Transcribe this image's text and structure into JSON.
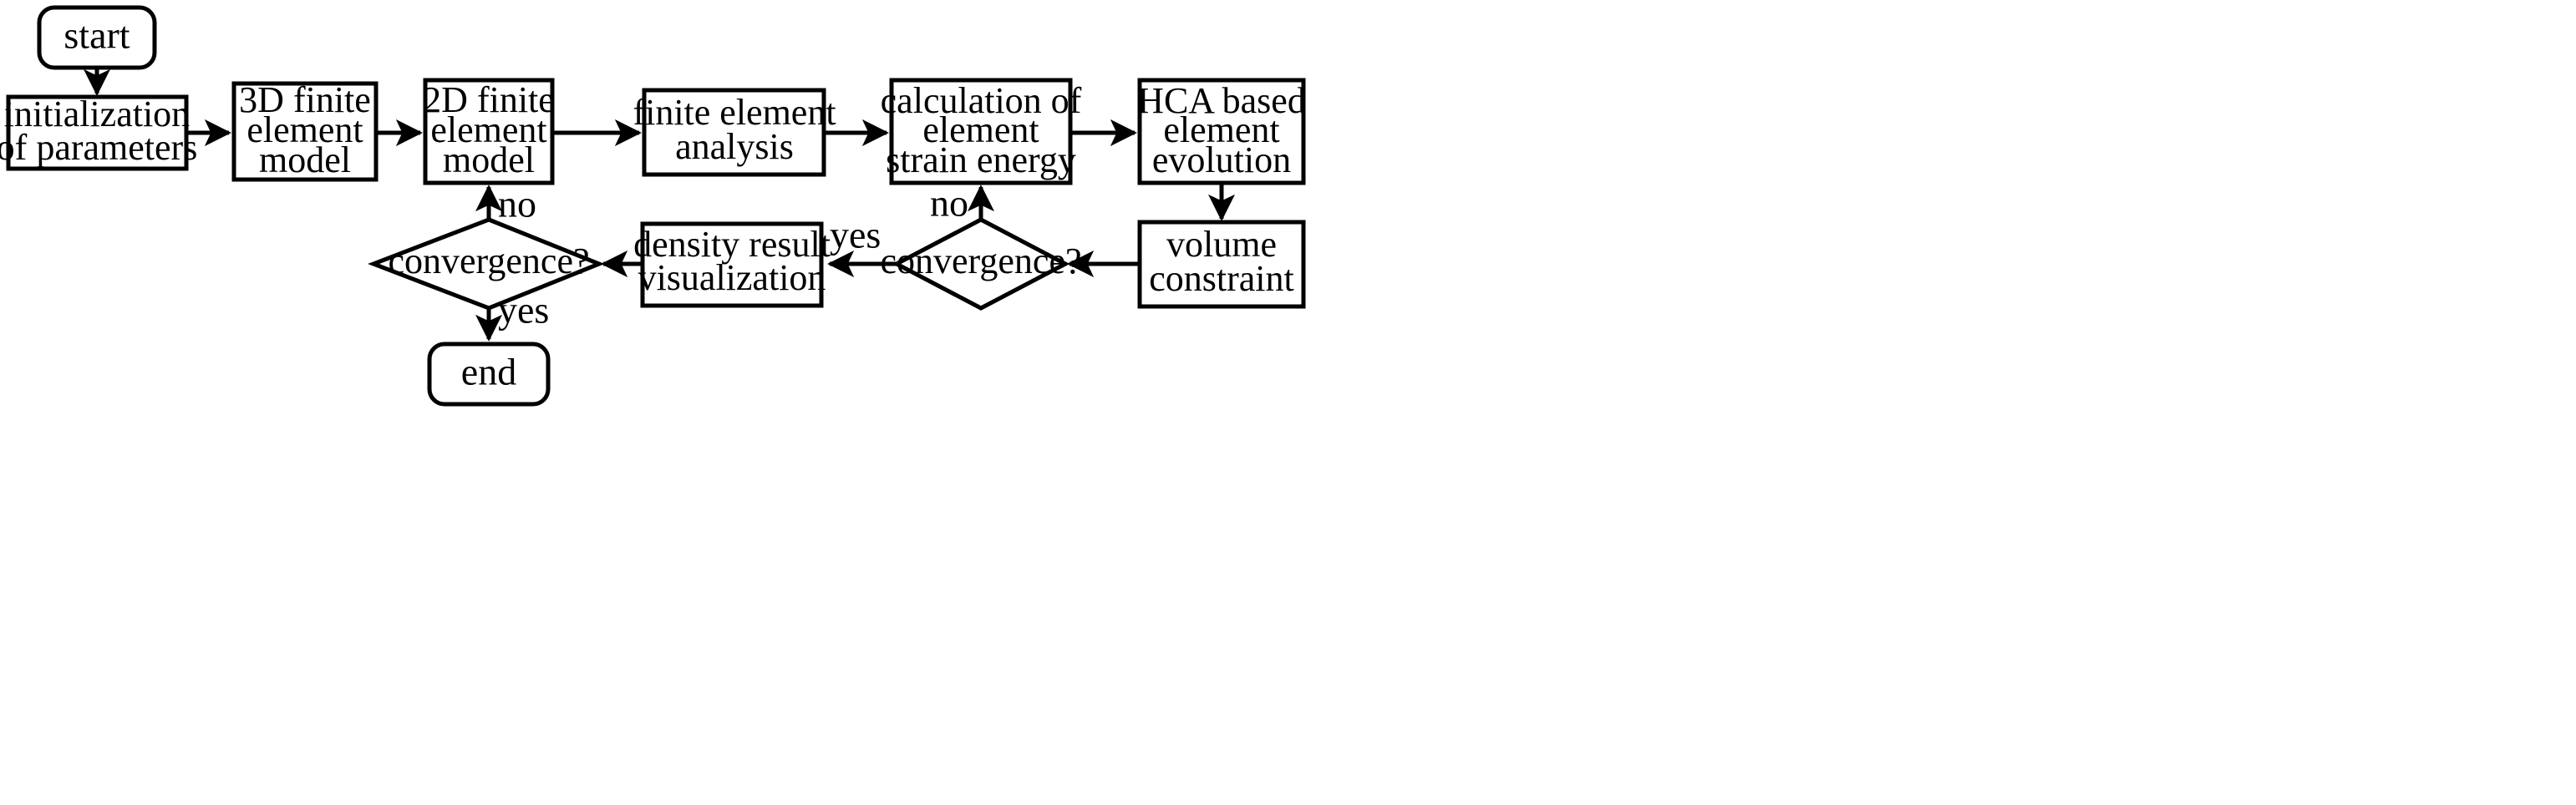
{
  "diagram": {
    "title": "HCA based topology optimization flowchart",
    "background_color": "#ffffff",
    "line_color": "#000000",
    "nodes": {
      "start": {
        "label": "start",
        "shape": "rounded-rectangle"
      },
      "initialization": {
        "line1": "initialization",
        "line2": "of parameters",
        "shape": "rectangle"
      },
      "fem3d": {
        "line1": "3D finite",
        "line2": "element",
        "line3": "model",
        "shape": "rectangle"
      },
      "fem2d": {
        "line1": "2D finite",
        "line2": "element",
        "line3": "model",
        "shape": "rectangle"
      },
      "fea": {
        "line1": "finite element",
        "line2": "analysis",
        "shape": "rectangle"
      },
      "strain_energy": {
        "line1": "calculation  of",
        "line2": "element",
        "line3": "strain energy",
        "shape": "rectangle"
      },
      "hca": {
        "line1": "HCA based",
        "line2": "element",
        "line3": "evolution",
        "shape": "rectangle"
      },
      "volume_constraint": {
        "line1": "volume",
        "line2": "constraint",
        "shape": "rectangle"
      },
      "convergence_right": {
        "label": "convergence?",
        "shape": "diamond"
      },
      "density_visualization": {
        "line1": "density  result",
        "line2": "visualization",
        "shape": "rectangle"
      },
      "convergence_left": {
        "label": "convergence?",
        "shape": "diamond"
      },
      "end": {
        "label": "end",
        "shape": "rounded-rectangle"
      }
    },
    "edge_labels": {
      "convergence_right_no": "no",
      "convergence_right_yes": "yes",
      "convergence_left_no": "no",
      "convergence_left_yes": "yes"
    }
  }
}
